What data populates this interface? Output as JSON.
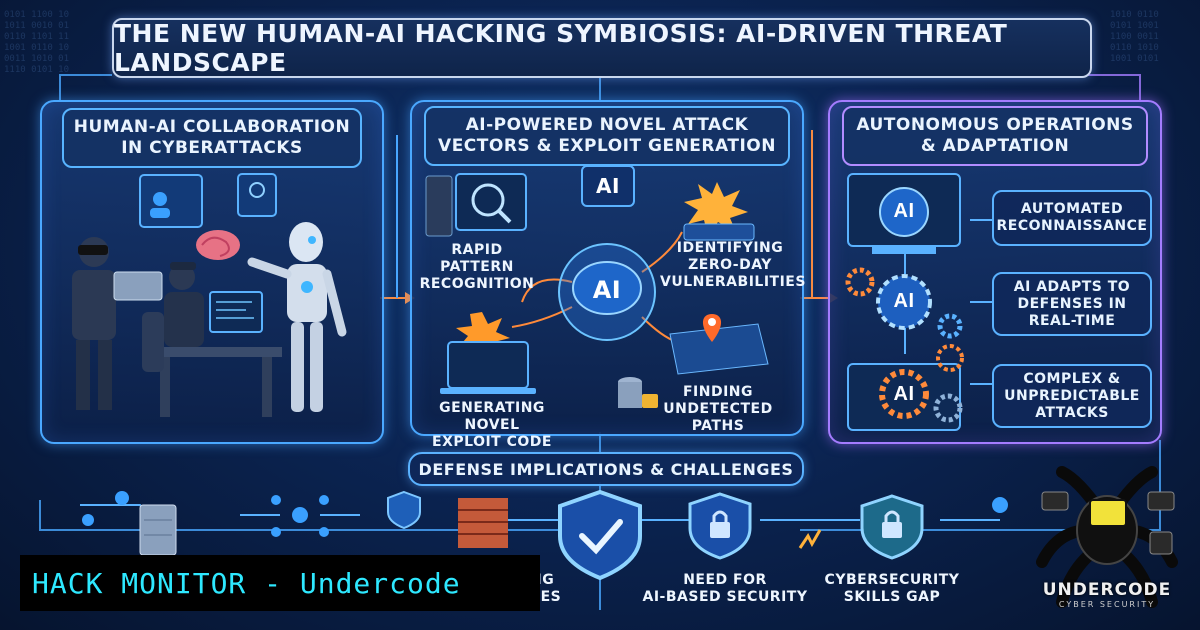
{
  "title": "THE NEW HUMAN-AI HACKING SYMBIOSIS: AI-DRIVEN THREAT LANDSCAPE",
  "panels": {
    "left": {
      "title_line1": "HUMAN-AI COLLABORATION",
      "title_line2": "IN CYBERATTACKS"
    },
    "middle": {
      "title_line1": "AI-POWERED NOVEL ATTACK",
      "title_line2": "VECTORS & EXPLOIT GENERATION",
      "center_badge": "AI",
      "top_badge": "AI",
      "items": [
        {
          "line1": "RAPID PATTERN",
          "line2": "RECOGNITION",
          "line3": ""
        },
        {
          "line1": "IDENTIFYING",
          "line2": "ZERO-DAY",
          "line3": "VULNERABILITIES"
        },
        {
          "line1": "GENERATING NOVEL",
          "line2": "EXPLOIT CODE",
          "line3": ""
        },
        {
          "line1": "FINDING",
          "line2": "UNDETECTED",
          "line3": "PATHS"
        }
      ]
    },
    "right": {
      "title_line1": "AUTONOMOUS OPERATIONS",
      "title_line2": "& ADAPTATION",
      "badges": [
        "AI",
        "AI",
        "AI"
      ],
      "items": [
        {
          "line1": "AUTOMATED",
          "line2": "RECONNAISSANCE",
          "line3": ""
        },
        {
          "line1": "AI ADAPTS TO",
          "line2": "DEFENSES IN",
          "line3": "REAL-TIME"
        },
        {
          "line1": "COMPLEX &",
          "line2": "UNPREDICTABLE",
          "line3": "ATTACKS"
        }
      ]
    }
  },
  "defense": {
    "title": "DEFENSE IMPLICATIONS & CHALLENGES",
    "items": [
      {
        "line1": "NEED FOR",
        "line2": "AI-BASED SECURITY"
      },
      {
        "line1": "CYBERSECURITY",
        "line2": "SKILLS GAP"
      }
    ],
    "partial_label_line1": "NG",
    "partial_label_line2": "SES"
  },
  "watermark": "HACK MONITOR - Undercode",
  "logo_text": "UNDERCODE",
  "logo_sub": "CYBER SECURITY",
  "colors": {
    "accent_blue": "#4aa8ff",
    "accent_purple": "#a47cff",
    "orange": "#ff8a2a",
    "watermark_cyan": "#2ee8ff"
  }
}
